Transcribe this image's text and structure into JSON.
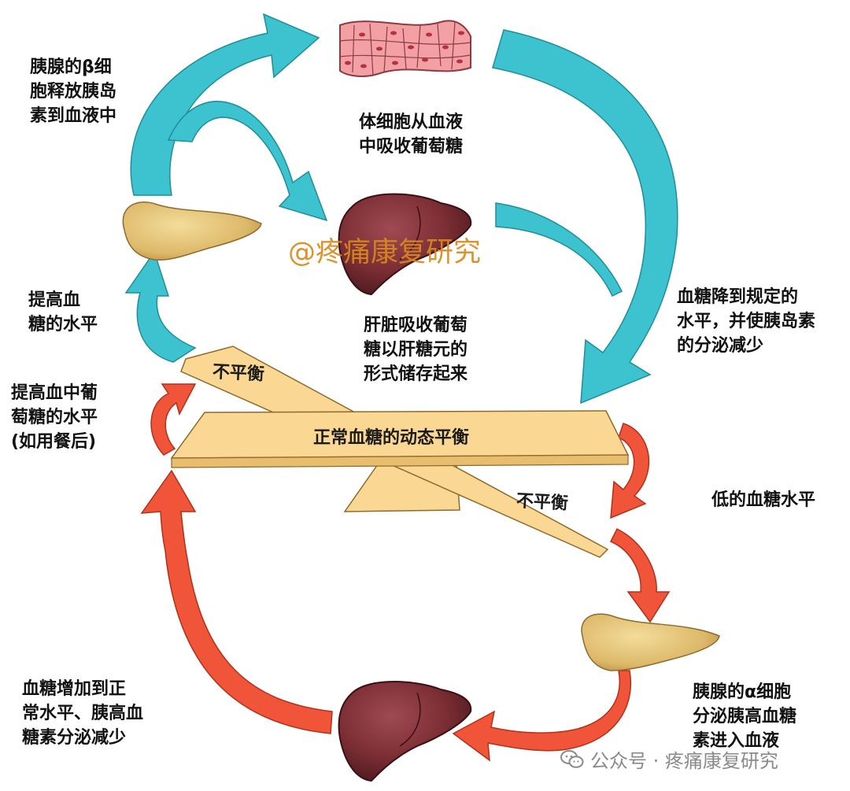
{
  "labels": {
    "beta": "胰腺的β细\n胞释放胰岛\n素到血液中",
    "absorb": "体细胞从血液\n中吸收葡萄糖",
    "raise": "提高血\n糖的水平",
    "liver_store": "肝脏吸收葡萄\n糖以肝糖元的\n形式储存起来",
    "drop": "血糖降到规定的\n水平，并使胰岛素\n的分泌减少",
    "meal": "提高血中葡\n萄糖的水平\n(如用餐后)",
    "low": "低的血糖水平",
    "increase": "血糖增加到正\n常水平、胰高血\n糖素分泌减少",
    "alpha": "胰腺的α细胞\n分泌胰高血糖\n素进入血液"
  },
  "balance": {
    "center": "正常血糖的动态平衡",
    "top_tilt": "不平衡",
    "bottom_tilt": "不平衡"
  },
  "watermark": "@疼痛康复研究",
  "footer": "公众号 · 疼痛康复研究",
  "colors": {
    "cyan": "#3cc3cf",
    "orange_red": "#f0553a",
    "beam": "#fbd794",
    "liver": "#7b2d34",
    "pancreas": "#e2c37a",
    "cells": "#f2a0a4"
  }
}
